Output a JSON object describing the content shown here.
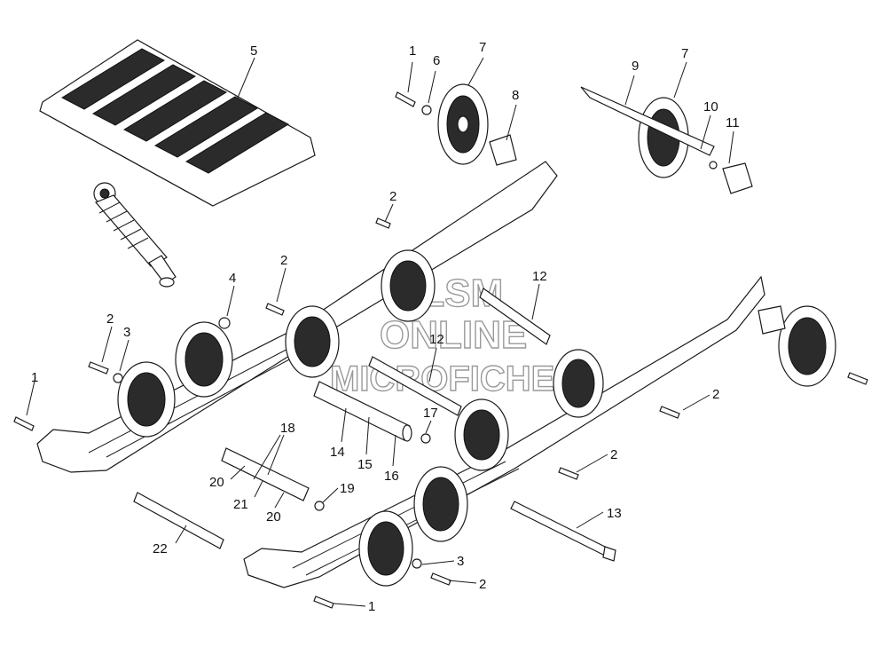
{
  "watermark": {
    "line1": "SLSM",
    "line2": "ONLINE",
    "line3": "MICROFICHE"
  },
  "colors": {
    "ink": "#1a1a1a",
    "fill": "#ffffff",
    "dark": "#2b2b2b",
    "watermark": "#9a9a9a"
  },
  "callouts": [
    {
      "id": "c1a",
      "text": "1"
    },
    {
      "id": "c6",
      "text": "6"
    },
    {
      "id": "c7a",
      "text": "7"
    },
    {
      "id": "c8",
      "text": "8"
    },
    {
      "id": "c9",
      "text": "9"
    },
    {
      "id": "c7b",
      "text": "7"
    },
    {
      "id": "c10",
      "text": "10"
    },
    {
      "id": "c11",
      "text": "11"
    },
    {
      "id": "c5",
      "text": "5"
    },
    {
      "id": "c2a",
      "text": "2"
    },
    {
      "id": "c2b",
      "text": "2"
    },
    {
      "id": "c4",
      "text": "4"
    },
    {
      "id": "c12a",
      "text": "12"
    },
    {
      "id": "c12b",
      "text": "12"
    },
    {
      "id": "c2c",
      "text": "2"
    },
    {
      "id": "c3a",
      "text": "3"
    },
    {
      "id": "c1b",
      "text": "1"
    },
    {
      "id": "c2d",
      "text": "2"
    },
    {
      "id": "c17",
      "text": "17"
    },
    {
      "id": "c18",
      "text": "18"
    },
    {
      "id": "c14",
      "text": "14"
    },
    {
      "id": "c15",
      "text": "15"
    },
    {
      "id": "c16",
      "text": "16"
    },
    {
      "id": "c2e",
      "text": "2"
    },
    {
      "id": "c20a",
      "text": "20"
    },
    {
      "id": "c19",
      "text": "19"
    },
    {
      "id": "c21",
      "text": "21"
    },
    {
      "id": "c20b",
      "text": "20"
    },
    {
      "id": "c13",
      "text": "13"
    },
    {
      "id": "c22",
      "text": "22"
    },
    {
      "id": "c3b",
      "text": "3"
    },
    {
      "id": "c2f",
      "text": "2"
    },
    {
      "id": "c1c",
      "text": "1"
    }
  ]
}
